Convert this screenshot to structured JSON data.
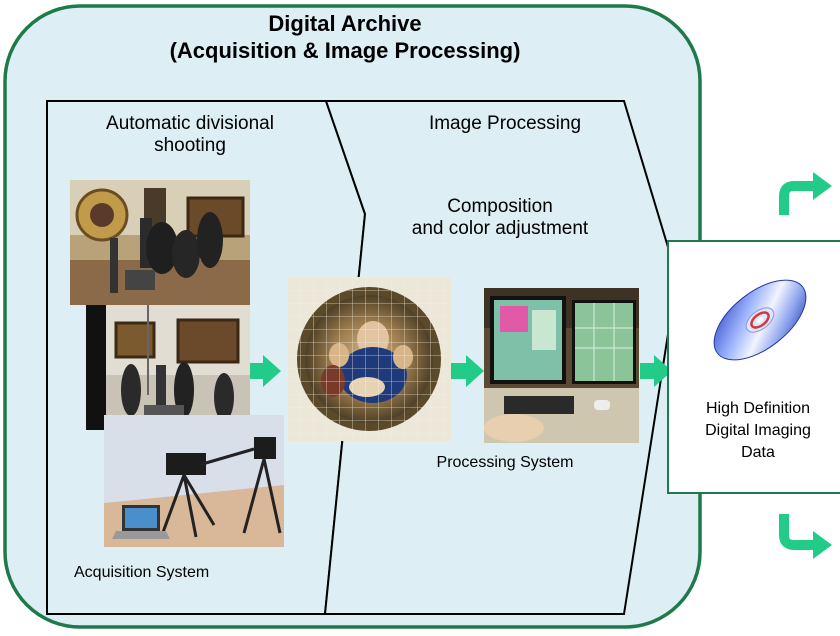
{
  "title": "Digital Archive\n(Acquisition & Image Processing)",
  "acquisition": {
    "heading": "Automatic divisional\nshooting",
    "caption": "Acquisition System",
    "photos": [
      "photo-gallery-crew",
      "photo-gallery-setup",
      "photo-camera-rig"
    ]
  },
  "processing": {
    "heading": "Image Processing",
    "subheading": "Composition\nand color adjustment",
    "caption": "Processing System"
  },
  "output": {
    "label": "High Definition\nDigital Imaging\nData",
    "icon": "disc-icon"
  },
  "colors": {
    "panel_fill": "#ddeef5",
    "container_border": "#1e7a4a",
    "arrow": "#22cc88",
    "stroke": "#000000"
  }
}
